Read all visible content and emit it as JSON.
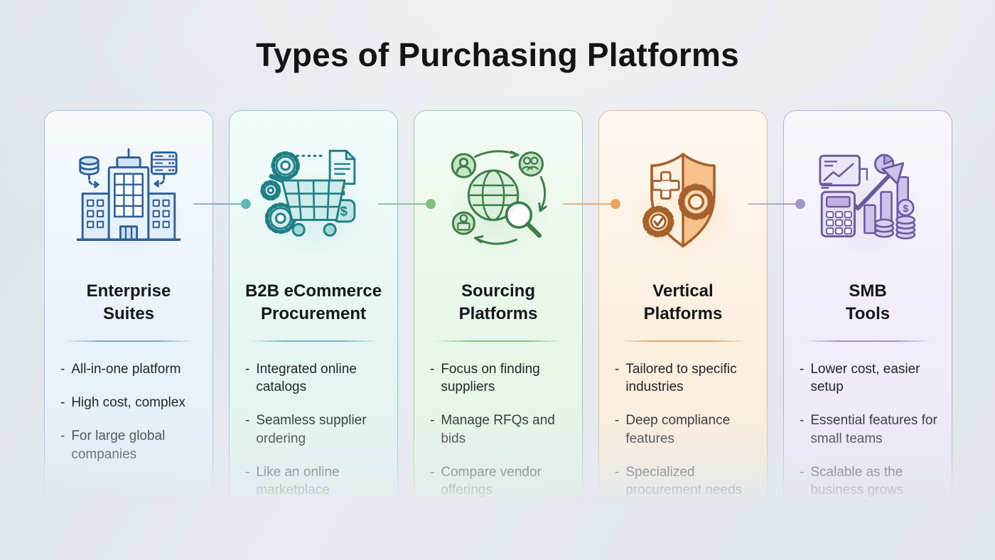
{
  "title": "Types of Purchasing Platforms",
  "bullet_marker": "-",
  "dollar_glyph": "$",
  "accent_colors": {
    "blue": "#5f8fc0",
    "teal": "#5fb7ba",
    "green": "#7fbf84",
    "orange": "#e8a660",
    "purple": "#a495cb"
  },
  "cards": [
    {
      "id": "enterprise-suites",
      "title_line1": "Enterprise",
      "title_line2": "Suites",
      "icon": "enterprise-buildings-icon",
      "border_color": "#a6bed8",
      "bullets": [
        "All-in-one platform",
        "High cost, complex",
        "For large global companies"
      ]
    },
    {
      "id": "b2b-ecommerce-procurement",
      "title_line1": "B2B eCommerce",
      "title_line2": "Procurement",
      "icon": "shopping-cart-gears-icon",
      "border_color": "#92c6c6",
      "bullets": [
        "Integrated online catalogs",
        "Seamless supplier ordering",
        "Like an online marketplace"
      ]
    },
    {
      "id": "sourcing-platforms",
      "title_line1": "Sourcing",
      "title_line2": "Platforms",
      "icon": "globe-search-network-icon",
      "border_color": "#9ccaa1",
      "bullets": [
        "Focus on finding suppliers",
        "Manage RFQs and bids",
        "Compare vendor offerings"
      ]
    },
    {
      "id": "vertical-platforms",
      "title_line1": "Vertical",
      "title_line2": "Platforms",
      "icon": "shield-gear-compliance-icon",
      "border_color": "#e2b88b",
      "bullets": [
        "Tailored to specific industries",
        "Deep compliance features",
        "Specialized procurement needs"
      ]
    },
    {
      "id": "smb-tools",
      "title_line1": "SMB",
      "title_line2": "Tools",
      "icon": "growth-chart-calculator-icon",
      "border_color": "#b6abd4",
      "bullets": [
        "Lower cost, easier setup",
        "Essential features for small teams",
        "Scalable as the business grows"
      ]
    }
  ]
}
